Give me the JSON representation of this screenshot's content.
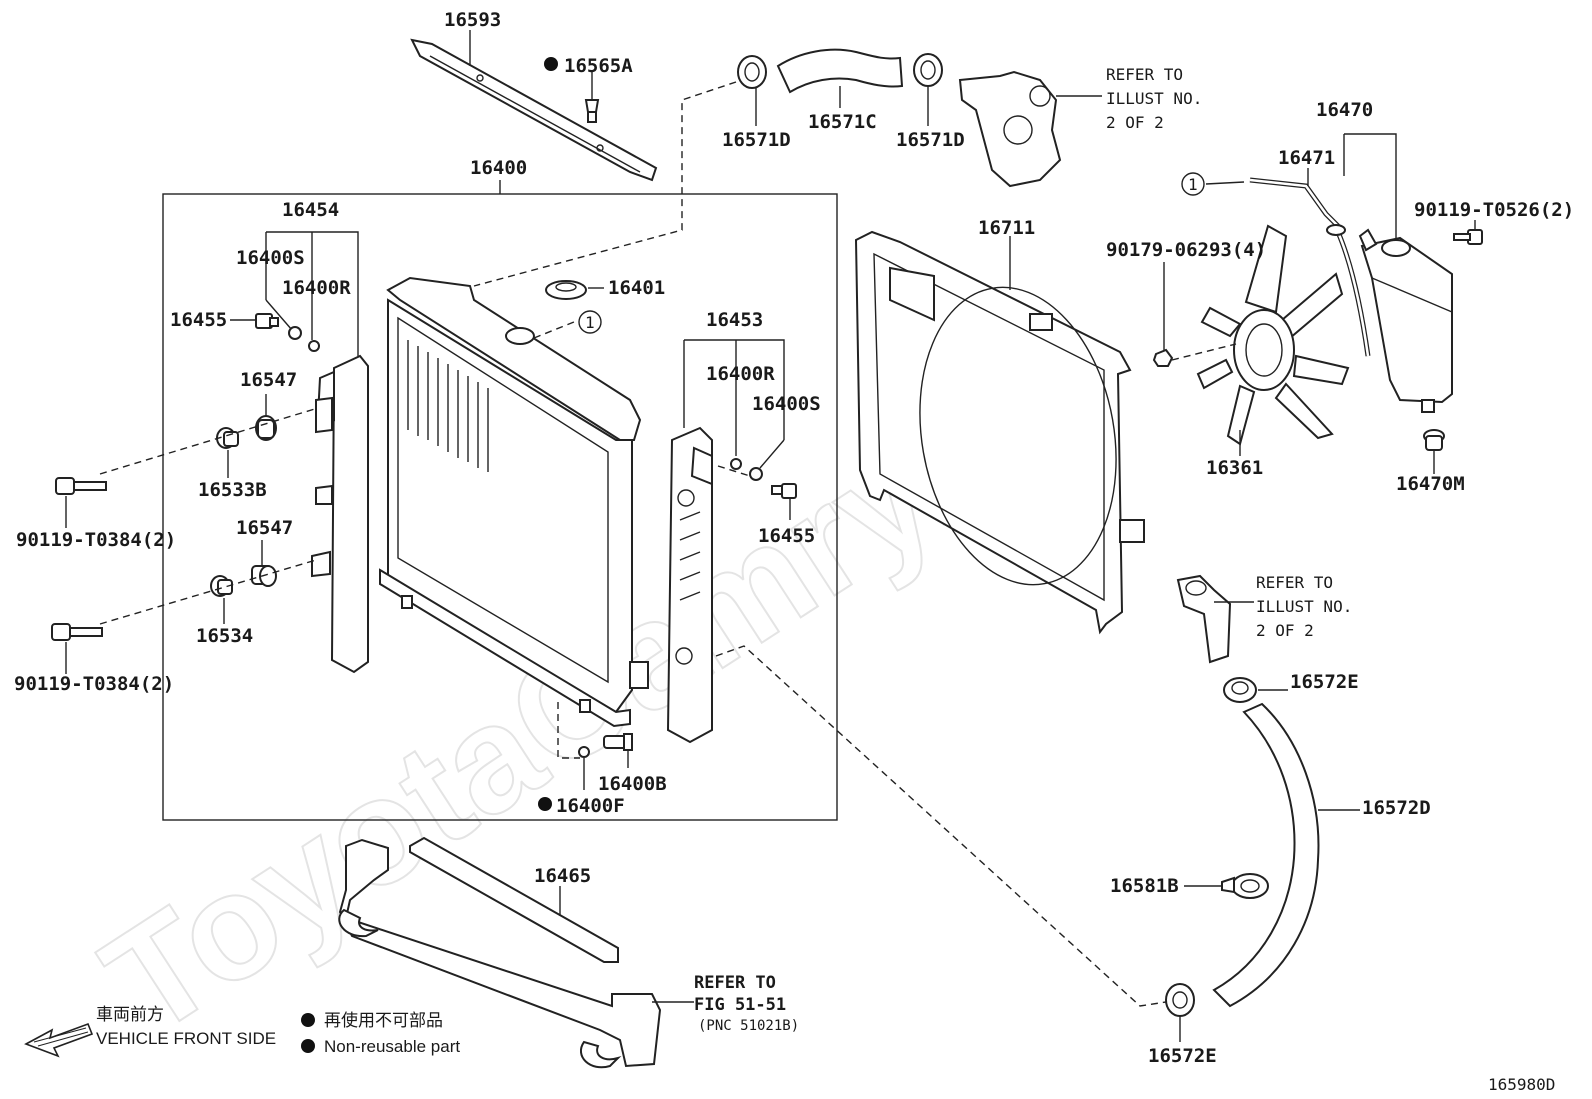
{
  "watermark": "ToyotaCamry.ru",
  "labels": {
    "p16593": "16593",
    "p16565A": "16565A",
    "p16571D_left": "16571D",
    "p16571C": "16571C",
    "p16571D_right": "16571D",
    "p16400": "16400",
    "p16454": "16454",
    "p16400S_left": "16400S",
    "p16400R_left": "16400R",
    "p16455_left": "16455",
    "p16547_upper": "16547",
    "p16533B": "16533B",
    "p16547_lower": "16547",
    "p16534": "16534",
    "p90119_T0384_upper": "90119-T0384(2)",
    "p90119_T0384_lower": "90119-T0384(2)",
    "p16401": "16401",
    "p16453": "16453",
    "p16400R_right": "16400R",
    "p16400S_right": "16400S",
    "p16455_right": "16455",
    "p16400B": "16400B",
    "p16400F": "16400F",
    "p16465": "16465",
    "p16711": "16711",
    "p16470": "16470",
    "p16471": "16471",
    "p90119_T0526": "90119-T0526(2)",
    "p90179_06293": "90179-06293(4)",
    "p16361": "16361",
    "p16470M": "16470M",
    "p16572E_upper": "16572E",
    "p16572D": "16572D",
    "p16581B": "16581B",
    "p16572E_lower": "16572E"
  },
  "refs": {
    "ref1_l1": "REFER TO",
    "ref1_l2": "ILLUST NO.",
    "ref1_l3": "2 OF 2",
    "ref2_l1": "REFER TO",
    "ref2_l2": "ILLUST NO.",
    "ref2_l3": "2 OF 2",
    "ref3_l1": "REFER TO",
    "ref3_l2": "FIG 51-51",
    "ref3_l3": "(PNC 51021B)"
  },
  "markers": {
    "circle_1": "1"
  },
  "legend": {
    "front_jp": "車両前方",
    "front_en": "VEHICLE FRONT SIDE",
    "nonreuse_jp": "再使用不可部品",
    "nonreuse_en": "Non-reusable part"
  },
  "figure_id": "165980D"
}
